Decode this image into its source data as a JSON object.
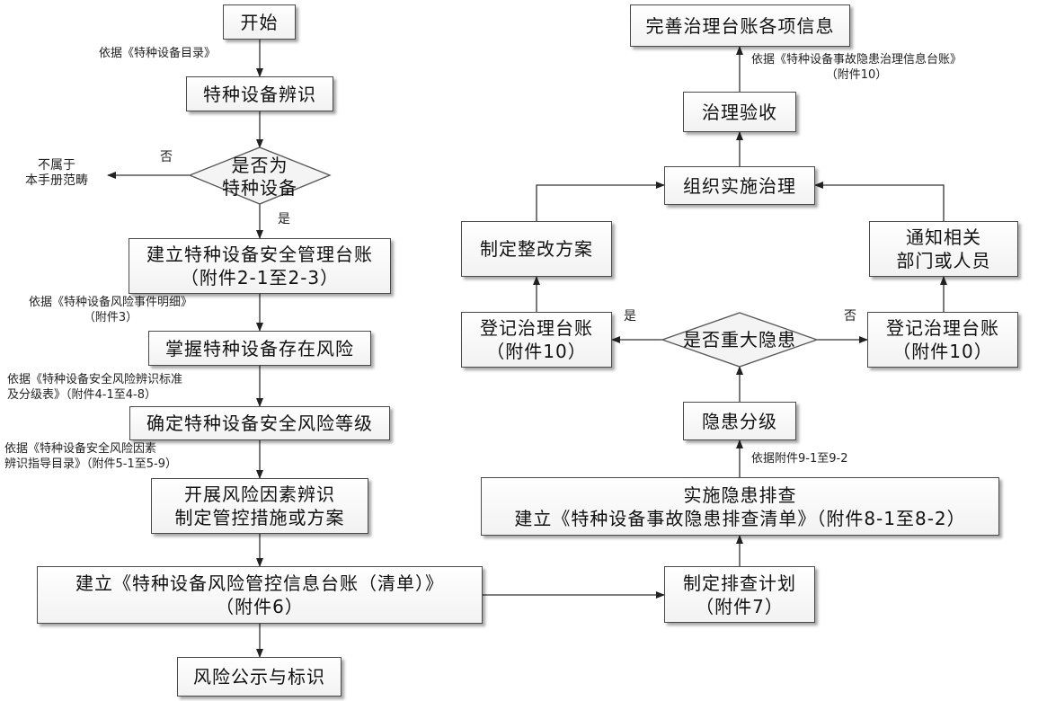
{
  "left": {
    "start": "开始",
    "note_catalog": "依据《特种设备目录》",
    "identify": "特种设备辨识",
    "decision_1": "是否为",
    "decision_2": "特种设备",
    "no_label": "否",
    "yes_label": "是",
    "excluded_1": "不属于",
    "excluded_2": "本手册范畴",
    "ledger_1": "建立特种设备安全管理台账",
    "ledger_2": "（附件2-1至2-3）",
    "note_risk_events_1": "依据《特种设备风险事件明细》",
    "note_risk_events_2": "（附件3）",
    "master_risk": "掌握特种设备存在风险",
    "note_grading_1": "依据《特种设备安全风险辨识标准",
    "note_grading_2": "及分级表》（附件4-1至4-8）",
    "determine_level": "确定特种设备安全风险等级",
    "note_guide_1": "依据《特种设备安全风险因素",
    "note_guide_2": "辨识指导目录》（附件5-1至5-9）",
    "factor_1": "开展风险因素辨识",
    "factor_2": "制定管控措施或方案",
    "control_ledger_1": "建立《特种设备风险管控信息台账（清单）》",
    "control_ledger_2": "（附件6）",
    "publish": "风险公示与标识"
  },
  "right": {
    "improve": "完善治理台账各项信息",
    "note_hazard_ledger_1": "依据《特种设备事故隐患治理信息台账》",
    "note_hazard_ledger_2": "（附件10）",
    "acceptance": "治理验收",
    "implement": "组织实施治理",
    "rectify_plan": "制定整改方案",
    "notify_1": "通知相关",
    "notify_2": "部门或人员",
    "register_left_1": "登记治理台账",
    "register_left_2": "（附件10）",
    "register_right_1": "登记治理台账",
    "register_right_2": "（附件10）",
    "major_decision": "是否重大隐患",
    "yes_label": "是",
    "no_label": "否",
    "classify": "隐患分级",
    "note_classify": "依据附件9-1至9-2",
    "inspect_1": "实施隐患排查",
    "inspect_2": "建立《特种设备事故隐患排查清单》（附件8-1至8-2）",
    "plan_1": "制定排查计划",
    "plan_2": "（附件7）"
  }
}
